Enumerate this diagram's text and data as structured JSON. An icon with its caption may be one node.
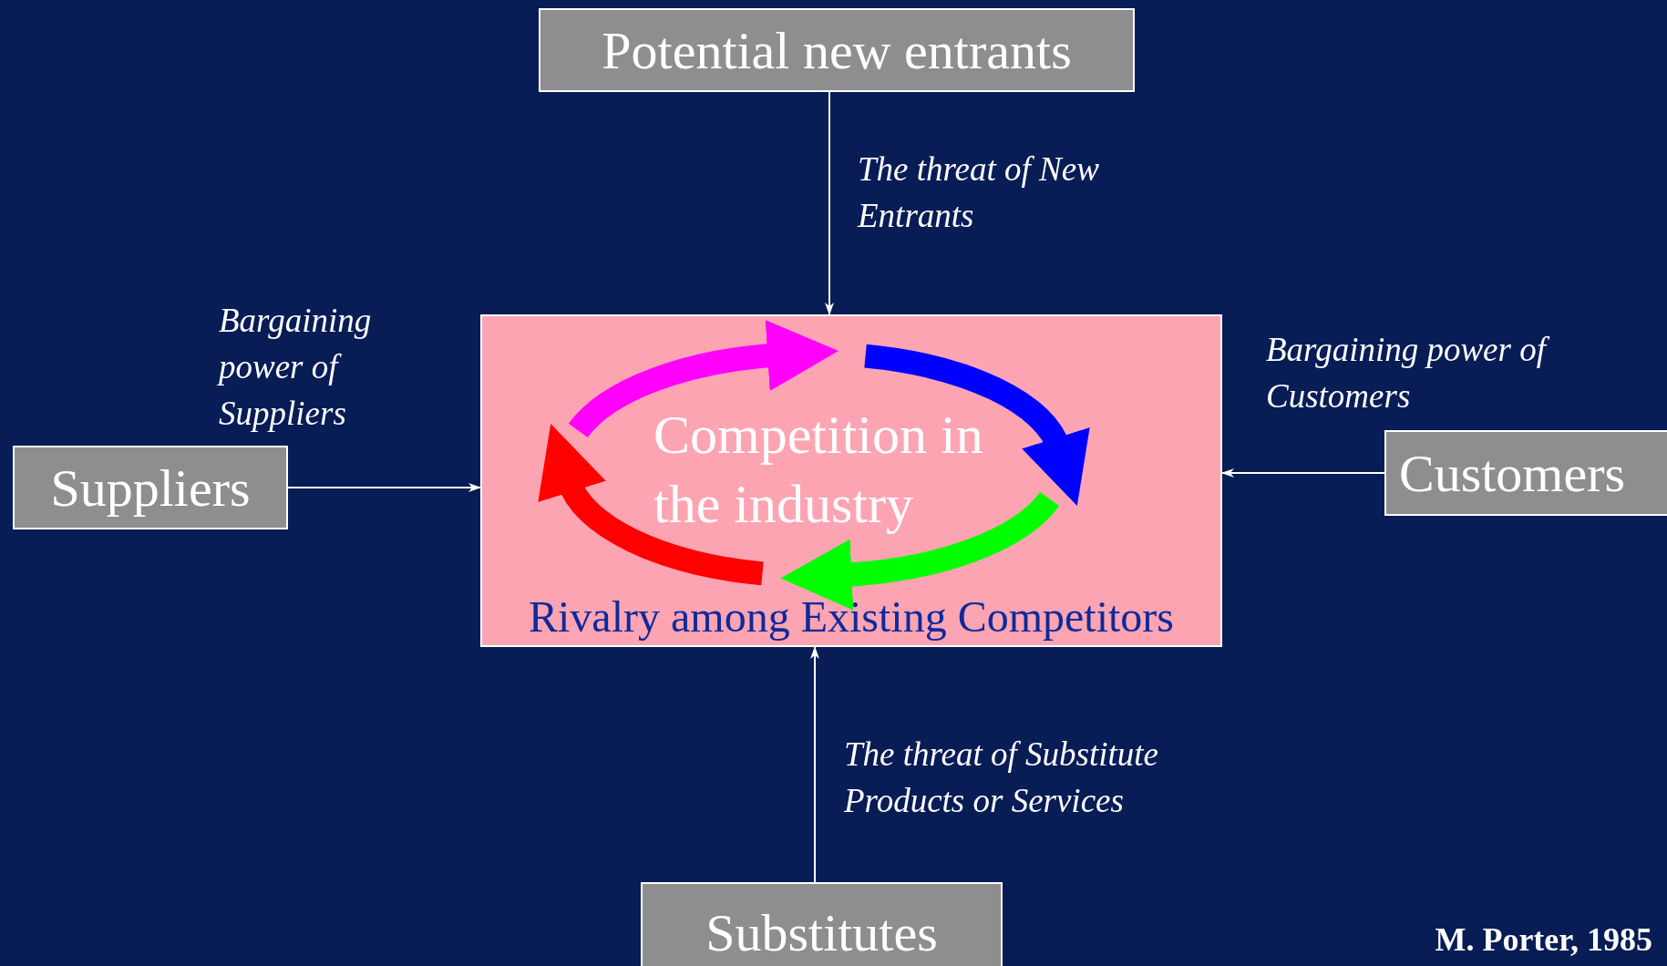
{
  "diagram": {
    "nodes": [
      {
        "text": [
          "Potential new entrants"
        ]
      },
      {
        "text": [
          "Competition in the industry",
          "Rivalry among Existing Competitors"
        ]
      },
      {
        "text": [
          "Suppliers"
        ]
      },
      {
        "text": [
          "Customers"
        ]
      },
      {
        "text": [
          "Substitutes"
        ]
      }
    ],
    "edges": [
      {
        "from": 0,
        "to": 1,
        "arrow": "to",
        "label": "The threat of New Entrants"
      },
      {
        "from": 2,
        "to": 1,
        "arrow": "to",
        "label": "Bargaining power of Suppliers"
      },
      {
        "from": 3,
        "to": 1,
        "arrow": "to",
        "label": "Bargaining power of Customers"
      },
      {
        "from": 4,
        "to": 1,
        "arrow": "to",
        "label": "The threat of Substitute Products or Services"
      }
    ],
    "labels": [
      "M. Porter, 1985"
    ]
  }
}
